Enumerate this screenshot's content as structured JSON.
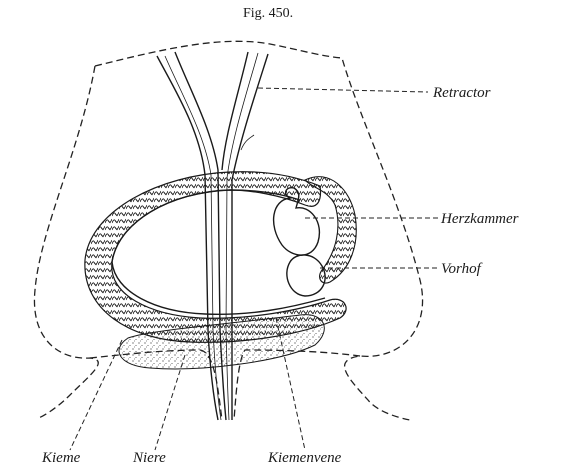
{
  "figure": {
    "title": "Fig. 450."
  },
  "labels": {
    "retractor": "Retractor",
    "herzkammer": "Herzkammer",
    "vorhof": "Vorhof",
    "kieme": "Kieme",
    "niere": "Niere",
    "kiemenvene": "Kiemenvene"
  }
}
